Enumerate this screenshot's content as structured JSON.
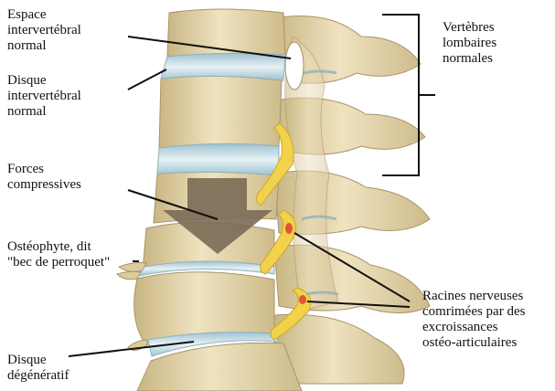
{
  "labels": {
    "espace": "Espace\nintervertébral\nnormal",
    "disque_normal": "Disque\nintervertébral\nnormal",
    "forces": "Forces\ncompressives",
    "osteophyte": "Ostéophyte, dit\n\"bec de perroquet\"",
    "disque_degeneratif": "Disque\ndégénératif",
    "vertebres": "Vertèbres\nlombaires\nnormales",
    "racines": "Racines nerveuses\ncomrimées par des\nexcroissances\nostéo-articulaires"
  },
  "colors": {
    "bone": "#e9dbb4",
    "bone_shade": "#c9b684",
    "disc": "#c9dfe6",
    "disc_edge": "#8fb2c0",
    "nerve": "#f2d24a",
    "arrow": "#7a6a55",
    "inflamed": "#e2553a"
  }
}
